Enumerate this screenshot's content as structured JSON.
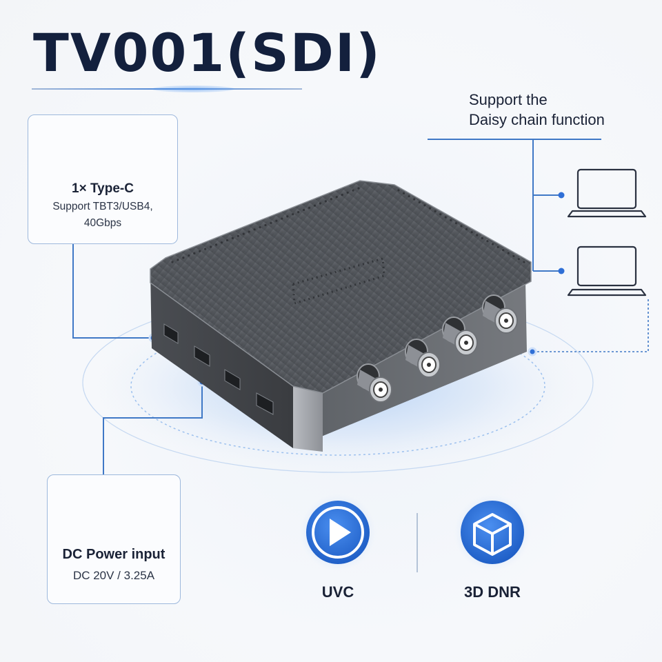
{
  "title": "TV001(SDI)",
  "type_c": {
    "icon": "usb-c-port-icon",
    "title": "1× Type-C",
    "line1": "Support TBT3/USB4,",
    "line2": "40Gbps"
  },
  "dc_power": {
    "icon": "dc-barrel-jack-icon",
    "title": "DC Power input",
    "spec": "DC 20V / 3.25A"
  },
  "daisy_chain": {
    "line1": "Support the",
    "line2": "Daisy chain function",
    "icon": "laptop-icon"
  },
  "features": [
    {
      "label": "UVC",
      "icon": "play-icon"
    },
    {
      "label": "3D DNR",
      "icon": "cube-icon"
    }
  ],
  "colors": {
    "accent": "#2f6fd6",
    "title": "#13203d",
    "card_border": "#9db8dc",
    "device_body": "#55595f"
  }
}
